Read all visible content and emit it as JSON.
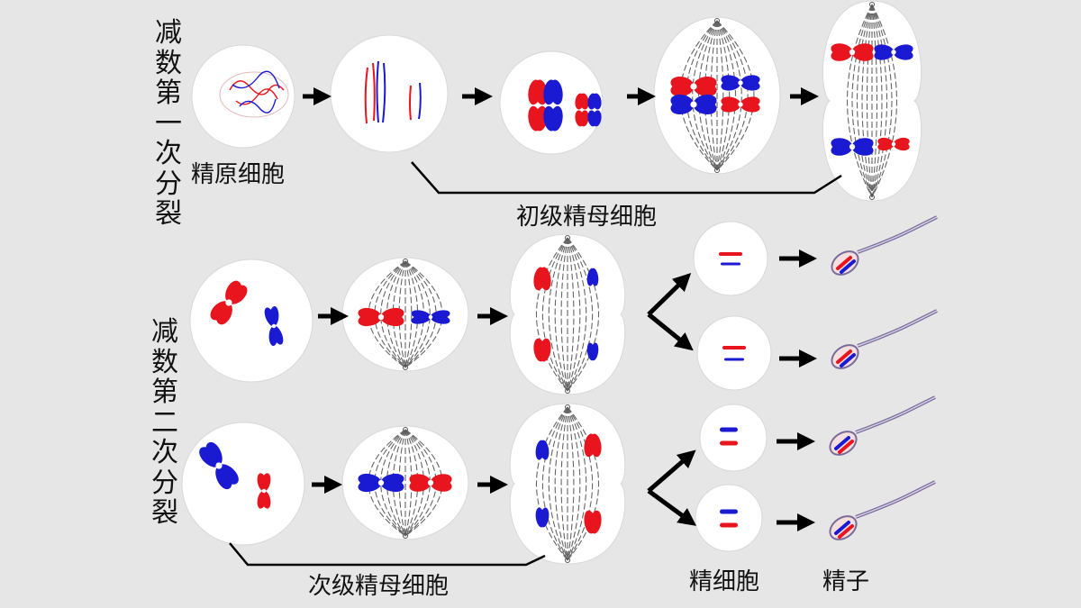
{
  "labels": {
    "meiosis1": "减数第一次分裂",
    "meiosis2": "减数第二次分裂",
    "spermatogonium": "精原细胞",
    "primary_spermatocyte": "初级精母细胞",
    "secondary_spermatocyte": "次级精母细胞",
    "spermatid": "精细胞",
    "sperm": "精子"
  },
  "colors": {
    "background": "#e6e6e6",
    "cell": "#ffffff",
    "maternal": "#e8141e",
    "paternal": "#1a1ad2",
    "arrow": "#000000",
    "spindle": "#666666",
    "sperm_tail": "#7a6c9a"
  }
}
